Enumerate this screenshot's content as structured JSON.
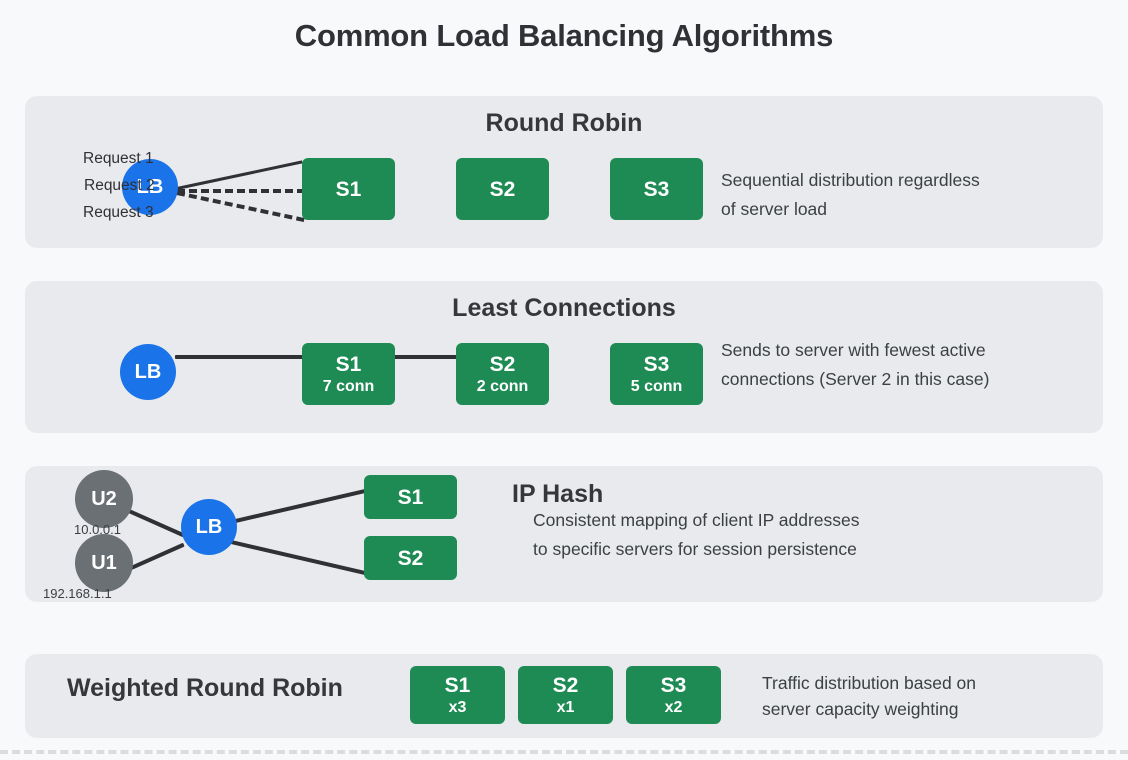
{
  "page": {
    "title": "Common Load Balancing Algorithms",
    "background_color": "#f7f9fb",
    "panel_color": "#e8eaed",
    "lb_color": "#1a73e8",
    "server_color": "#1e8b55",
    "user_color": "#6b7075",
    "edge_color": "#2f3135"
  },
  "sections": [
    {
      "id": "round-robin",
      "title": "Round Robin",
      "description": "Sequential distribution regardless\nof server load",
      "lb_label": "LB",
      "servers": [
        {
          "name": "S1",
          "sub": ""
        },
        {
          "name": "S2",
          "sub": ""
        },
        {
          "name": "S3",
          "sub": ""
        }
      ],
      "requests": [
        {
          "label": "Request 1",
          "style": "solid"
        },
        {
          "label": "Request 2",
          "style": "dashed"
        },
        {
          "label": "Request 3",
          "style": "dashed"
        }
      ]
    },
    {
      "id": "least-connections",
      "title": "Least Connections",
      "description": "Sends to server with fewest active\nconnections (Server 2 in this case)",
      "lb_label": "LB",
      "servers": [
        {
          "name": "S1",
          "sub": "7 conn"
        },
        {
          "name": "S2",
          "sub": "2 conn"
        },
        {
          "name": "S3",
          "sub": "5 conn"
        }
      ]
    },
    {
      "id": "ip-hash",
      "title": "IP Hash",
      "description": "Consistent mapping of client IP addresses\nto specific servers for session persistence",
      "lb_label": "LB",
      "clients": [
        {
          "name": "U2",
          "ip": "10.0.0.1"
        },
        {
          "name": "U1",
          "ip": "192.168.1.1"
        }
      ],
      "servers": [
        {
          "name": "S1",
          "sub": ""
        },
        {
          "name": "S2",
          "sub": ""
        }
      ]
    },
    {
      "id": "weighted-round-robin",
      "title": "Weighted Round Robin",
      "description": "Traffic distribution based on\nserver capacity weighting",
      "servers": [
        {
          "name": "S1",
          "sub": "x3"
        },
        {
          "name": "S2",
          "sub": "x1"
        },
        {
          "name": "S3",
          "sub": "x2"
        }
      ]
    }
  ]
}
